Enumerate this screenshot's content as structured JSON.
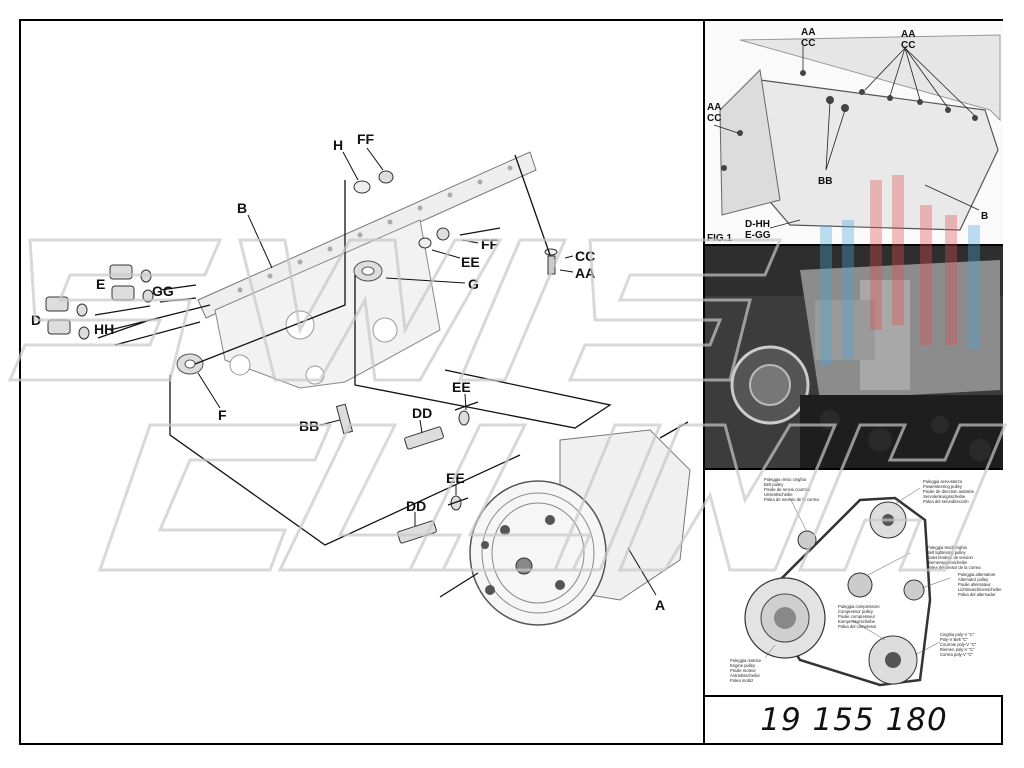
{
  "main_diagram": {
    "labels": [
      {
        "id": "H",
        "text": "H"
      },
      {
        "id": "FF_top",
        "text": "FF"
      },
      {
        "id": "B",
        "text": "B"
      },
      {
        "id": "FF",
        "text": "FF"
      },
      {
        "id": "CC",
        "text": "CC"
      },
      {
        "id": "EE_top",
        "text": "EE"
      },
      {
        "id": "AA",
        "text": "AA"
      },
      {
        "id": "E",
        "text": "E"
      },
      {
        "id": "GG",
        "text": "GG"
      },
      {
        "id": "G",
        "text": "G"
      },
      {
        "id": "D",
        "text": "D"
      },
      {
        "id": "HH",
        "text": "HH"
      },
      {
        "id": "F",
        "text": "F"
      },
      {
        "id": "EE_mid",
        "text": "EE"
      },
      {
        "id": "DD_top",
        "text": "DD"
      },
      {
        "id": "BB",
        "text": "BB"
      },
      {
        "id": "EE_low",
        "text": "EE"
      },
      {
        "id": "DD_low",
        "text": "DD"
      },
      {
        "id": "A",
        "text": "A"
      }
    ]
  },
  "photo_panel_1": {
    "labels": {
      "aa_top": "AA",
      "cc_top": "CC",
      "aa_right": "AA",
      "cc_right": "CC",
      "aa_left": "AA",
      "cc_left": "CC",
      "bb": "BB",
      "b": "B",
      "d_hh": "D-HH",
      "e_gg": "E-GG",
      "fig": "FIG.1"
    }
  },
  "belt_diagram": {
    "crankshaft": [
      "Puleggia motrice",
      "Engine pulley",
      "Poulie moteur",
      "Antriebsscheibe",
      "Polea motriz"
    ],
    "idler": [
      "Puleggia rinvio cinghia",
      "Belt pulley",
      "Poulie de renvoi courroie",
      "Umlenkscheibe",
      "Polea de reenvio de la correa"
    ],
    "power_steering": [
      "Puleggia servosterzo",
      "Powersteering pulley",
      "Poulie de direction assistée",
      "Servolenkungsscheibe",
      "Polea del servodirección"
    ],
    "tensioner": [
      "Puleggia tendicinghia",
      "Belt tightening pulley",
      "Galet tendeur de tension",
      "Riemenspannscheibe",
      "Polea del tensor de la correa"
    ],
    "alternator": [
      "Puleggia alternatore",
      "Alternator pulley",
      "Poulie alternateur",
      "Lichtmaschinenscheibe",
      "Polea del alternador"
    ],
    "compressor": [
      "Puleggia compressore",
      "Compressor pulley",
      "Poulie compresseur",
      "Kompressorscheibe",
      "Polea del compresor"
    ],
    "belt": [
      "Cinghia poly-V \"C\"",
      "Poly-V Belt \"C\"",
      "Courroie poly-V \"C\"",
      "Riemen poly-V \"C\"",
      "Correa poly-V \"C\""
    ]
  },
  "part_number": "19 155 180",
  "colors": {
    "watermark_red": "#e24b4b",
    "watermark_blue": "#4ba3d8",
    "frame": "#000000"
  }
}
